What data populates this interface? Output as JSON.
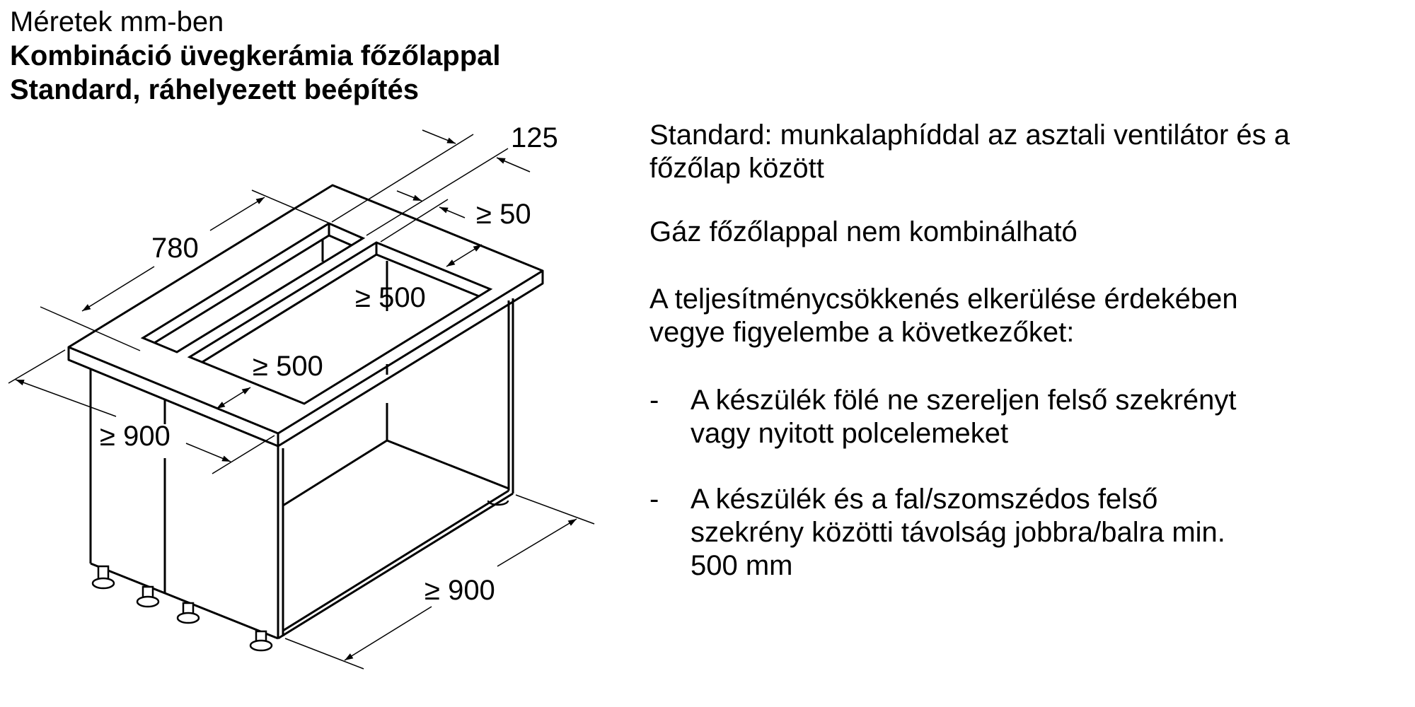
{
  "header": {
    "line1": "Méretek mm-ben",
    "line2": "Kombináció üvegkerámia főzőlappal",
    "line3": "Standard, ráhelyezett beépítés"
  },
  "diagram": {
    "labels": {
      "dim_125": "125",
      "dim_min50": "≥ 50",
      "dim_780": "780",
      "dim_min500_right": "≥ 500",
      "dim_min500_front": "≥ 500",
      "dim_min900_left": "≥ 900",
      "dim_min900_bottom": "≥ 900"
    },
    "line_color": "#000000"
  },
  "notes": {
    "p1": [
      "Standard: munkalaphíddal az asztali ventilátor és a",
      "főzőlap között"
    ],
    "p2": "Gáz főzőlappal nem kombinálható",
    "p3": [
      "A teljesítménycsökkenés elkerülése érdekében",
      "vegye figyelembe a következőket:"
    ],
    "bullets": [
      {
        "marker": "-",
        "lines": [
          "A készülék fölé ne szereljen felső szekrényt",
          "vagy nyitott polcelemeket"
        ]
      },
      {
        "marker": "-",
        "lines": [
          "A készülék és a fal/szomszédos felső",
          "szekrény közötti távolság jobbra/balra min.",
          "500 mm"
        ]
      }
    ]
  }
}
